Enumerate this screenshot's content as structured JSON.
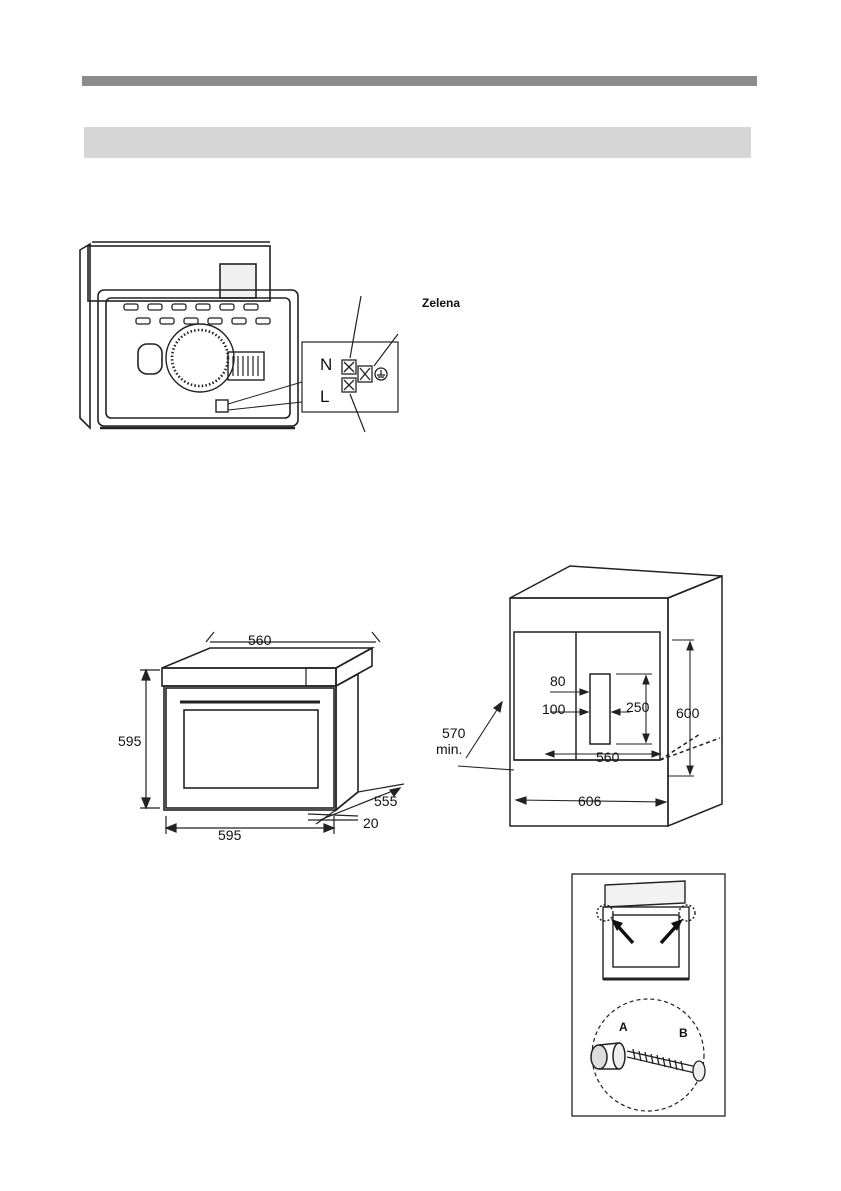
{
  "wiring": {
    "label_green": "Zelena",
    "terminal_n": "N",
    "terminal_l": "L"
  },
  "oven_dimensions": {
    "depth_top": "560",
    "height": "595",
    "width": "595",
    "depth_side": "555",
    "front_offset": "20"
  },
  "niche_dimensions": {
    "dim_80": "80",
    "dim_100": "100",
    "dim_250": "250",
    "height": "600",
    "depth_min": "570",
    "depth_min_suffix": "min.",
    "width_inner": "560",
    "width_outer": "606"
  },
  "mounting": {
    "part_a": "A",
    "part_b": "B"
  }
}
